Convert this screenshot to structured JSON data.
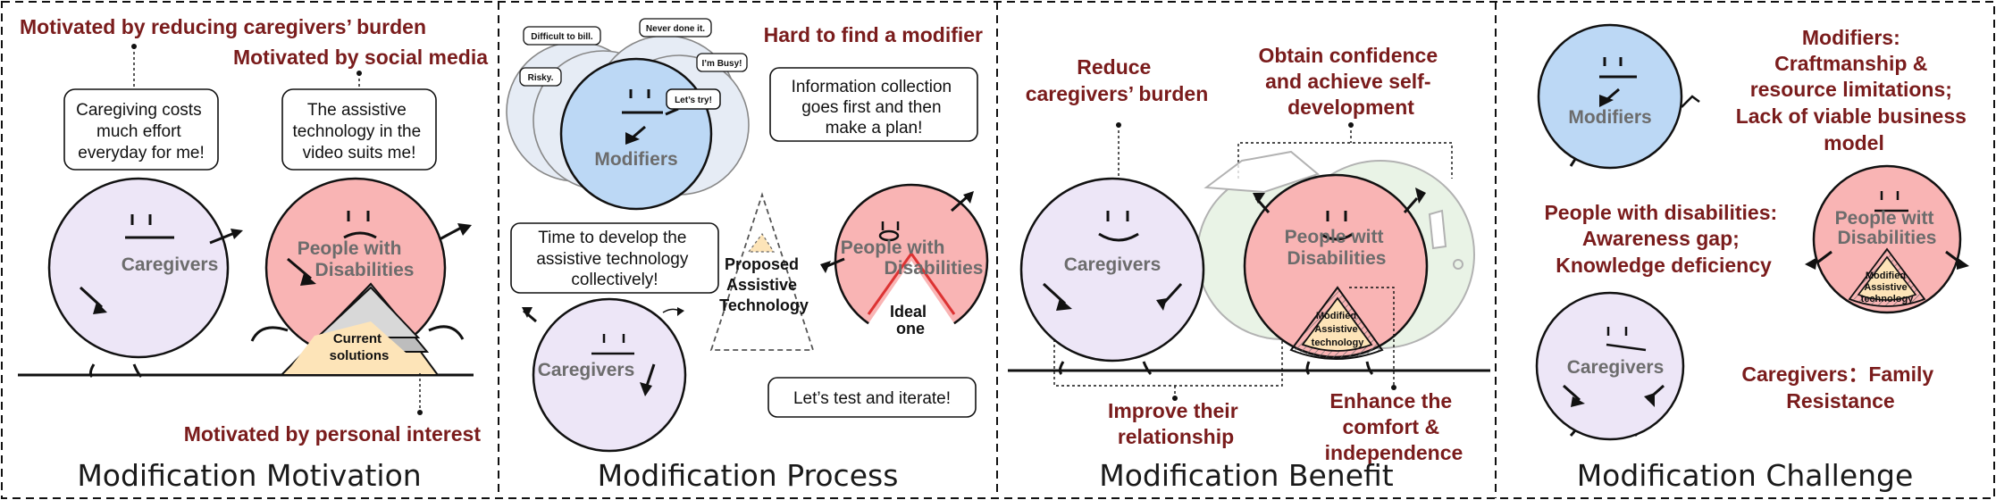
{
  "panels": [
    {
      "title": "Modification Motivation",
      "annotations": {
        "burden": "Motivated by reducing caregivers’ burden",
        "social": "Motivated by social media",
        "personal": "Motivated by personal interest"
      },
      "bubbles": {
        "caregiver": [
          "Caregiving costs",
          "much effort",
          "everyday for me!"
        ],
        "pwd": [
          "The assistive",
          "technology in the",
          "video suits me!"
        ]
      },
      "labels": {
        "caregivers": "Caregivers",
        "pwd": [
          "People with",
          "Disabilities"
        ],
        "solutions": [
          "Current",
          "solutions"
        ]
      }
    },
    {
      "title": "Modification Process",
      "annotations": {
        "hard": "Hard to find a modifier"
      },
      "mini_bubbles": {
        "difficult": "Difficult to bill.",
        "never": "Never done it.",
        "busy": "I’m Busy!",
        "risky": "Risky.",
        "try": "Let’s try!"
      },
      "bubbles": {
        "info": [
          "Information collection",
          "goes first and then",
          "make a plan!"
        ],
        "time": [
          "Time to develop the",
          "assistive technology",
          "collectively!"
        ],
        "test": "Let’s test and iterate!"
      },
      "labels": {
        "modifiers": "Modifiers",
        "proposed": [
          "Proposed",
          "Assistive",
          "Technology"
        ],
        "pwd": [
          "People with",
          "Disabilities"
        ],
        "ideal": [
          "Ideal",
          "one"
        ],
        "caregivers": "Caregivers"
      }
    },
    {
      "title": "Modification Benefit",
      "annotations": {
        "reduce": [
          "Reduce",
          "caregivers’ burden"
        ],
        "confidence": [
          "Obtain confidence",
          "and achieve self-",
          "development"
        ],
        "relationship": [
          "Improve their",
          "relationship"
        ],
        "comfort": [
          "Enhance the",
          "comfort &",
          "independence"
        ]
      },
      "labels": {
        "caregivers": "Caregivers",
        "pwd": [
          "People witt",
          "Disabilities"
        ],
        "mat": [
          "Modified",
          "Assistive",
          "technology"
        ]
      }
    },
    {
      "title": "Modification Challenge",
      "annotations": {
        "modifiers": [
          "Modifiers:",
          "Craftmanship &",
          "resource limitations;",
          "Lack of viable business",
          "model"
        ],
        "pwd": [
          "People with disabilities:",
          "Awareness gap;",
          "Knowledge deficiency"
        ],
        "caregivers": [
          "Caregivers：Family",
          "Resistance"
        ]
      },
      "labels": {
        "modifiers": "Modifiers",
        "pwd": [
          "People witt",
          "Disabilities"
        ],
        "mat": [
          "Modified",
          "Assistive",
          "technology"
        ],
        "caregivers": "Caregivers"
      }
    }
  ],
  "colors": {
    "caregiver_fill": "#ede6f7",
    "pwd_fill": "#f9b4b4",
    "modifier_fill": "#bcd8f5",
    "solution_fill": "#fde4b8",
    "annotation": "#7a1c1c"
  }
}
